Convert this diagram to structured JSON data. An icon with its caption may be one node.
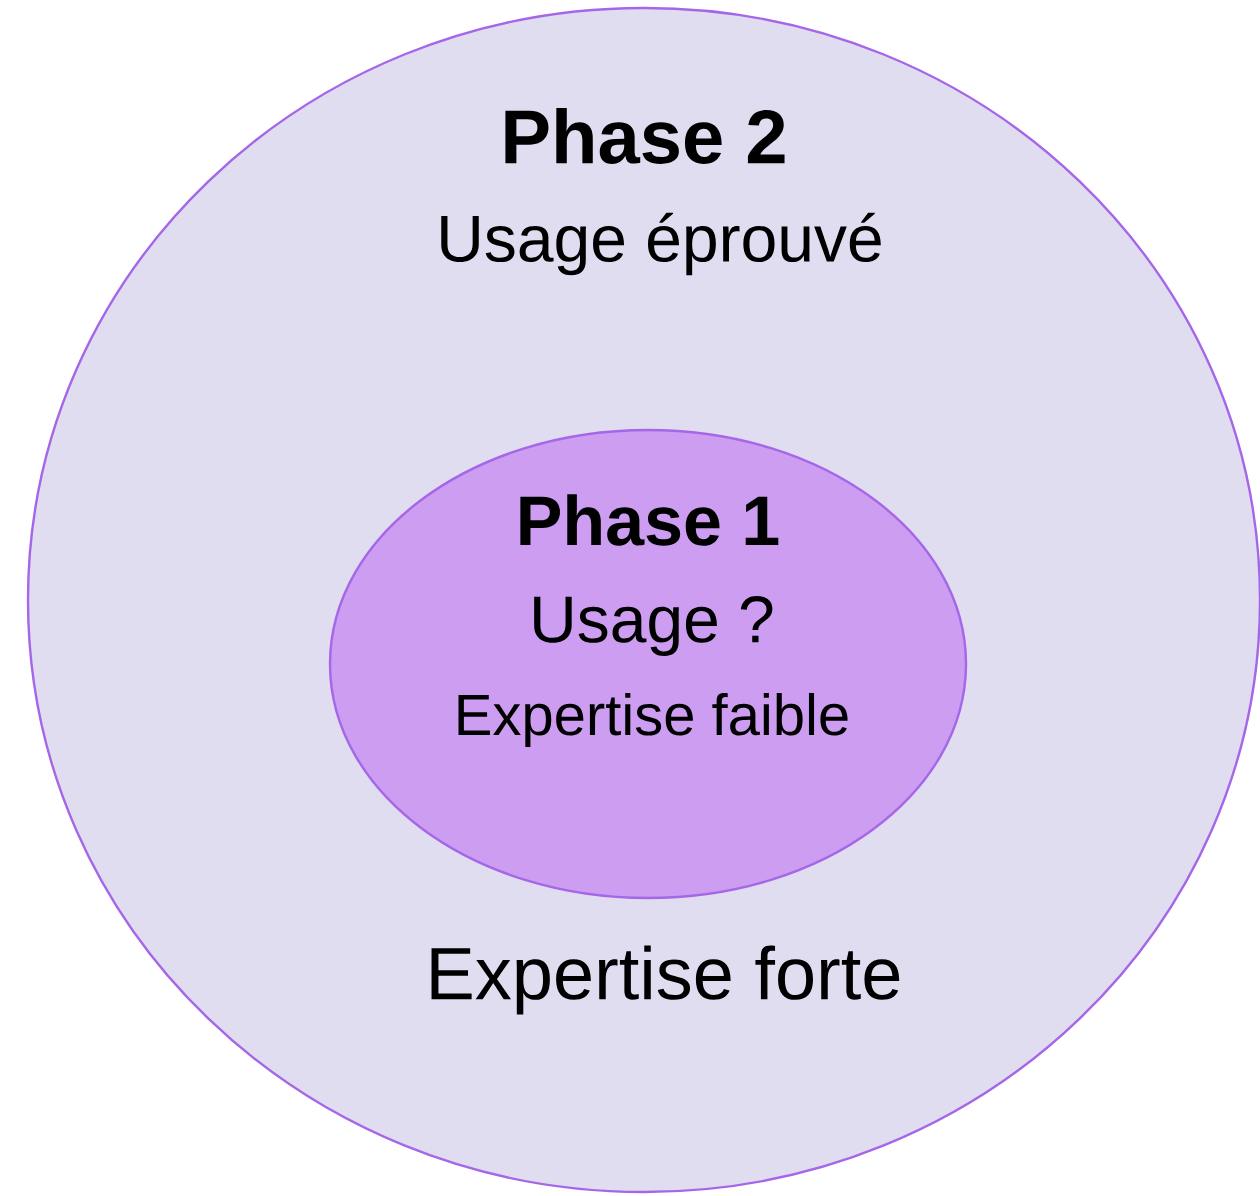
{
  "diagram": {
    "nodes": [
      {
        "text": [
          "Phase 2",
          "Usage éprouvé",
          "Expertise forte"
        ]
      },
      {
        "text": [
          "Phase 1",
          "Usage ?",
          "Expertise faible"
        ],
        "in": 0
      }
    ]
  }
}
